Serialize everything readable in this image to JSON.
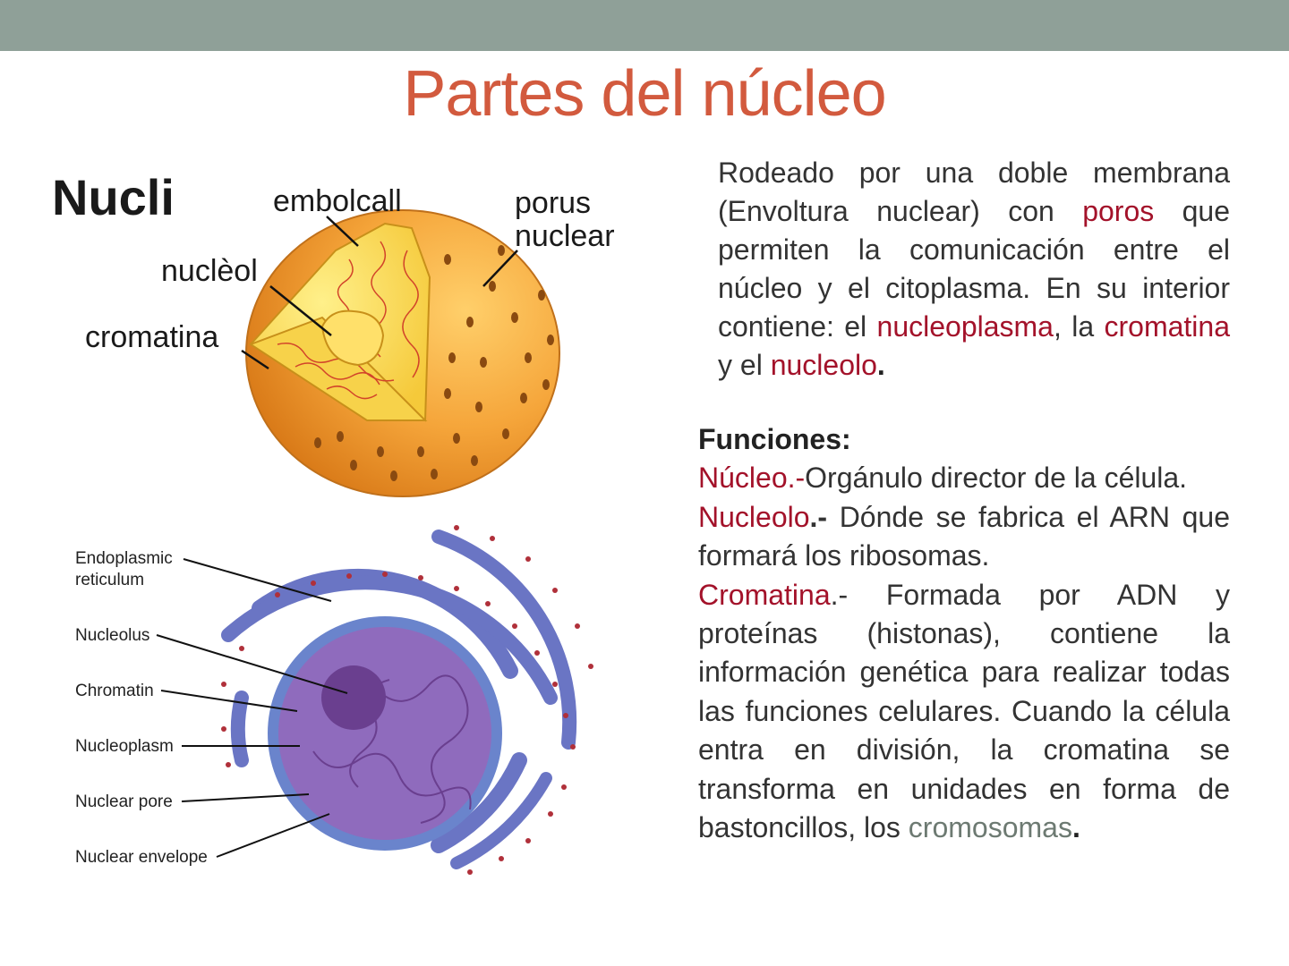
{
  "slide": {
    "title": "Partes del núcleo"
  },
  "figure1": {
    "heading": "Nucli",
    "labels": {
      "envelope": "embolcall",
      "pore_line1": "porus",
      "pore_line2": "nuclear",
      "nucleolus": "nuclèol",
      "chromatin": "cromatina"
    }
  },
  "figure2": {
    "labels": {
      "er_line1": "Endoplasmic",
      "er_line2": "reticulum",
      "nucleolus": "Nucleolus",
      "chromatin": "Chromatin",
      "nucleoplasm": "Nucleoplasm",
      "pore": "Nuclear pore",
      "envelope": "Nuclear envelope"
    }
  },
  "intro": {
    "t1": "Rodeado por una doble membrana (Envoltura nuclear) con ",
    "k1": "poros",
    "t2": " que permiten la comunicación entre el núcleo y el citoplasma. En   su interior contiene: el ",
    "k2": "nucleoplasma",
    "t3": ", la ",
    "k3": "cromatina",
    "t4": " y el ",
    "k4": "nucleolo",
    "t5": "."
  },
  "functions": {
    "heading": "Funciones:",
    "items": [
      {
        "term": "Núcleo",
        "sep": ".-",
        "text": "Orgánulo director de la célula."
      },
      {
        "term": "Nucleolo",
        "sep": ".- ",
        "text": "Dónde se fabrica el ARN que formará los ribosomas."
      },
      {
        "term": "Cromatina",
        "sep": ".- ",
        "text": "Formada por ADN y proteínas (histonas), contiene la información genética para  realizar todas las funciones celulares. Cuando la célula entra en división, la cromatina se transforma en unidades en forma de bastoncillos, los "
      }
    ],
    "final_term": "cromosomas",
    "final_end": "."
  },
  "colors": {
    "header_bar": "#8fa098",
    "title": "#d25a3e",
    "keyword": "#a3122a",
    "final_term": "#6d7a72"
  }
}
